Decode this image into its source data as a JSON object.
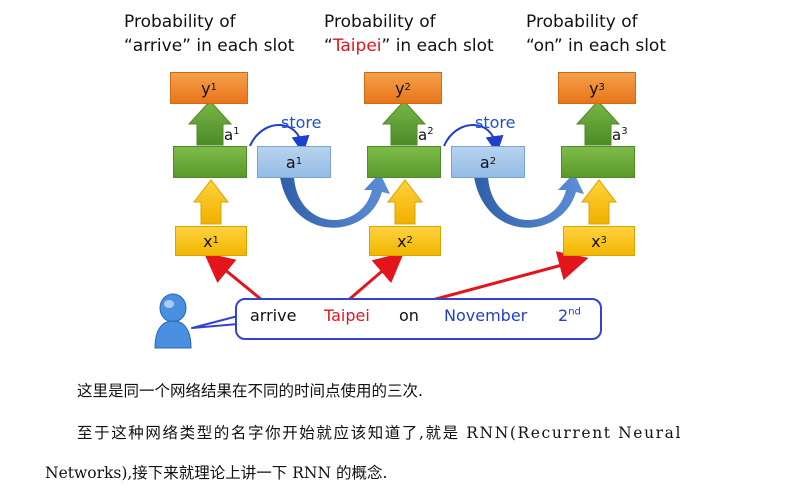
{
  "captions": [
    {
      "line1": "Probability of",
      "pre": "“arrive”",
      "hl": "",
      "post": " in each slot"
    },
    {
      "line1": "Probability of",
      "pre": "“",
      "hl": "Taipei",
      "post": "” in each slot"
    },
    {
      "line1": "Probability of",
      "pre": "“on”",
      "hl": "",
      "post": " in each slot"
    }
  ],
  "outputs": [
    {
      "base": "y",
      "sup": "1"
    },
    {
      "base": "y",
      "sup": "2"
    },
    {
      "base": "y",
      "sup": "3"
    }
  ],
  "inputs": [
    {
      "base": "x",
      "sup": "1"
    },
    {
      "base": "x",
      "sup": "2"
    },
    {
      "base": "x",
      "sup": "3"
    }
  ],
  "hidden_labels": [
    {
      "base": "a",
      "sup": "1"
    },
    {
      "base": "a",
      "sup": "2"
    },
    {
      "base": "a",
      "sup": "3"
    }
  ],
  "memory": [
    {
      "base": "a",
      "sup": "1"
    },
    {
      "base": "a",
      "sup": "2"
    }
  ],
  "store_label": "store",
  "sentence": {
    "w1": "arrive",
    "w2": "Taipei",
    "w3": "on",
    "w4": "November",
    "w5_base": "2",
    "w5_sup": "nd"
  },
  "colors": {
    "highlight": "#e0161f",
    "blue_text": "#1f3fcf",
    "arrow_red": "#e3141c"
  },
  "paragraph": {
    "line1": "这里是同一个网络结果在不同的时间点使用的三次.",
    "line2": "至于这种网络类型的名字你开始就应该知道了,就是 RNN(Recurrent Neural",
    "line3": "Networks),接下来就理论上讲一下 RNN 的概念."
  }
}
